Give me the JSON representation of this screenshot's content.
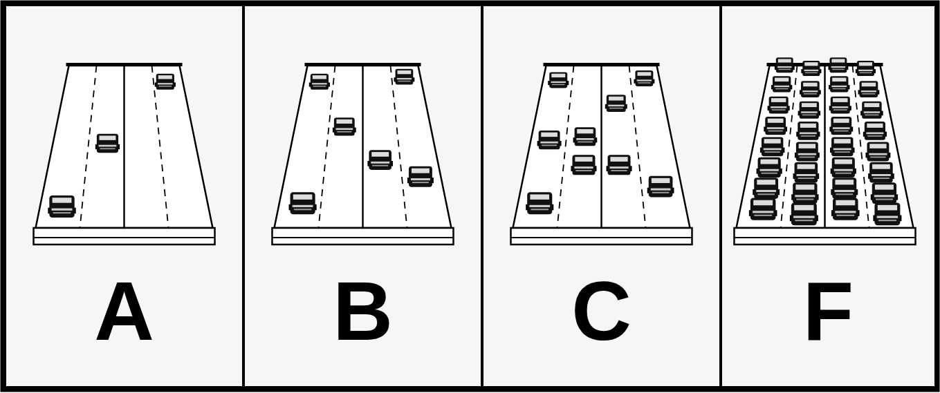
{
  "diagram": {
    "nodes": [
      {
        "text": [
          "A"
        ]
      },
      {
        "text": [
          "B"
        ]
      },
      {
        "text": [
          "C"
        ]
      },
      {
        "text": [
          "F"
        ]
      }
    ]
  }
}
